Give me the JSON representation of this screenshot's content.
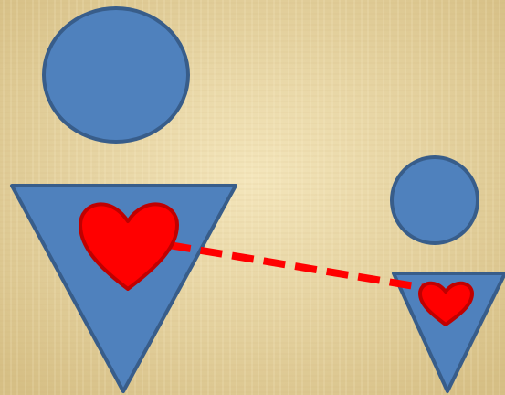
{
  "scene": {
    "background": "papyrus-texture",
    "colors": {
      "paper_base": "#E9D8A6",
      "paper_light": "#F4E6BC",
      "paper_dark": "#D6BF85",
      "figure_fill": "#4F81BD",
      "figure_stroke": "#385D8A",
      "heart_fill": "#FF0000",
      "heart_stroke": "#C00000",
      "connector": "#FF0000"
    },
    "figures": [
      {
        "name": "large-figure",
        "parts": [
          "head-circle",
          "body-triangle",
          "heart-icon"
        ]
      },
      {
        "name": "small-figure",
        "parts": [
          "head-circle",
          "body-triangle",
          "heart-icon"
        ]
      }
    ],
    "connector_style": "dashed"
  }
}
